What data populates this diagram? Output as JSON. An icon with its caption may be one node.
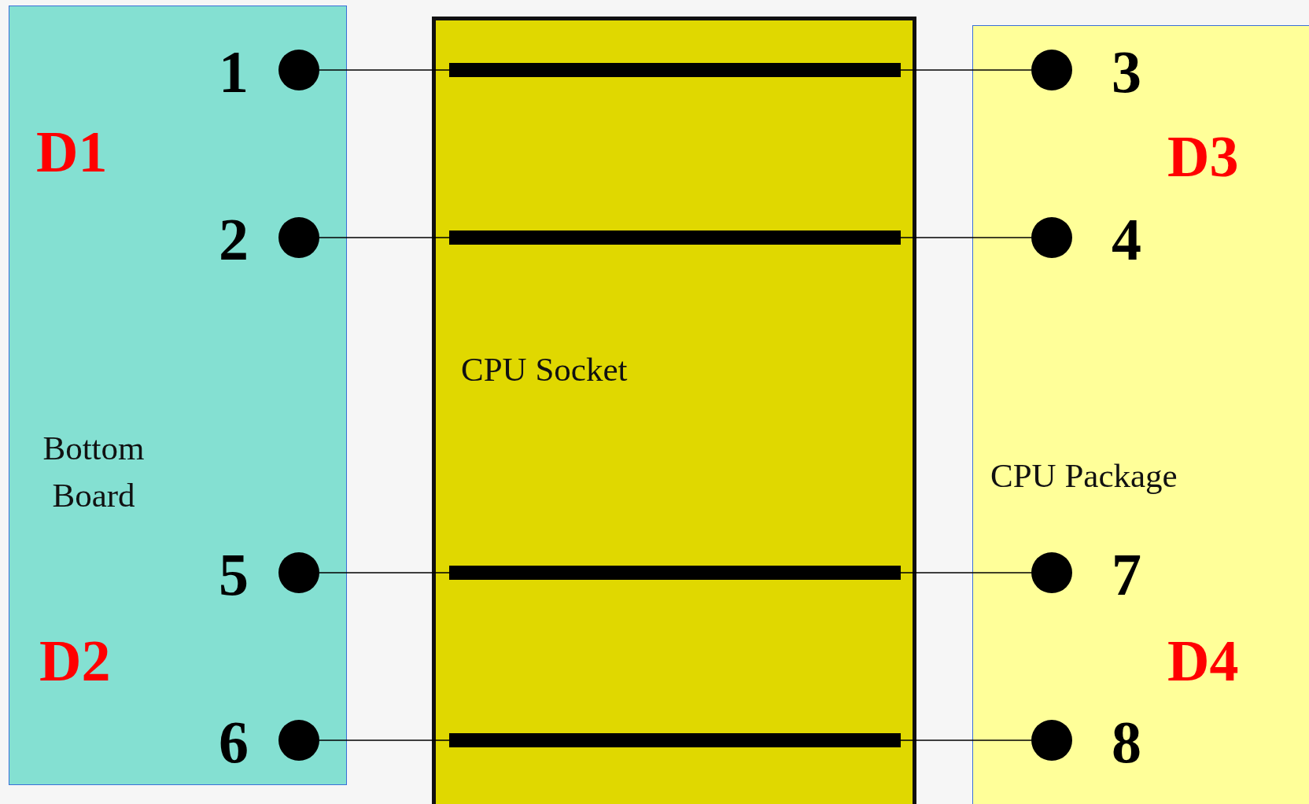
{
  "diagram": {
    "nodes": [
      {
        "text": [
          "Bottom Board"
        ]
      },
      {
        "text": [],
        "shape": "circle",
        "beside": [
          "1"
        ],
        "in": 0
      },
      {
        "text": [],
        "shape": "circle",
        "beside": [
          "2"
        ],
        "in": 0
      },
      {
        "text": [],
        "shape": "circle",
        "beside": [
          "5"
        ],
        "in": 0
      },
      {
        "text": [],
        "shape": "circle",
        "beside": [
          "6"
        ],
        "in": 0
      },
      {
        "text": [
          "CPU Socket"
        ]
      },
      {
        "text": [],
        "shape": "bar",
        "in": 5
      },
      {
        "text": [],
        "shape": "bar",
        "in": 5
      },
      {
        "text": [],
        "shape": "bar",
        "in": 5
      },
      {
        "text": [],
        "shape": "bar",
        "in": 5
      },
      {
        "text": [
          "CPU Package"
        ]
      },
      {
        "text": [],
        "shape": "circle",
        "beside": [
          "3"
        ],
        "in": 10
      },
      {
        "text": [],
        "shape": "circle",
        "beside": [
          "4"
        ],
        "in": 10
      },
      {
        "text": [],
        "shape": "circle",
        "beside": [
          "7"
        ],
        "in": 10
      },
      {
        "text": [],
        "shape": "circle",
        "beside": [
          "8"
        ],
        "in": 10
      }
    ],
    "edges": [
      {
        "from": 1,
        "to": 6,
        "arrow": "none"
      },
      {
        "from": 6,
        "to": 11,
        "arrow": "none"
      },
      {
        "from": 2,
        "to": 7,
        "arrow": "none"
      },
      {
        "from": 7,
        "to": 12,
        "arrow": "none"
      },
      {
        "from": 3,
        "to": 8,
        "arrow": "none"
      },
      {
        "from": 8,
        "to": 13,
        "arrow": "none"
      },
      {
        "from": 4,
        "to": 9,
        "arrow": "none"
      },
      {
        "from": 9,
        "to": 14,
        "arrow": "none"
      }
    ],
    "labels": [
      "D1",
      "D2",
      "D3",
      "D4"
    ]
  }
}
